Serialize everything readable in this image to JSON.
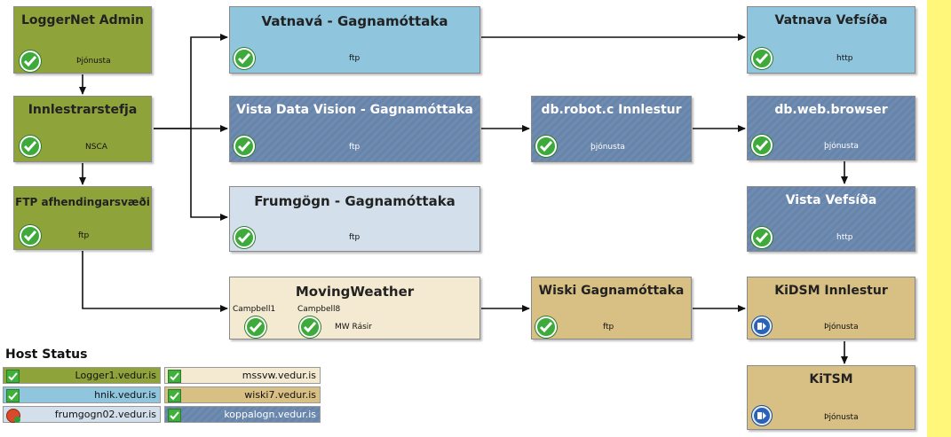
{
  "nodes": {
    "loggernet": {
      "title": "LoggerNet Admin",
      "sub": "Þjónusta"
    },
    "innlestrar": {
      "title": "Innlestrarstefja",
      "sub": "NSCA"
    },
    "ftp_afh": {
      "title": "FTP afhendingarsvæði",
      "sub": "ftp"
    },
    "vatnava_gagn": {
      "title": "Vatnavá - Gagnamóttaka",
      "sub": "ftp"
    },
    "vista_gagn": {
      "title": "Vista Data Vision - Gagnamóttaka",
      "sub": "ftp"
    },
    "frumgogn_gagn": {
      "title": "Frumgögn - Gagnamóttaka",
      "sub": "ftp"
    },
    "movingweather": {
      "title": "MovingWeather",
      "sub1": "Campbell1",
      "sub2": "Campbell8",
      "sub3": "MW Rásir"
    },
    "dbrobot": {
      "title": "db.robot.c Innlestur",
      "sub": "þjónusta"
    },
    "wiski": {
      "title": "Wiski Gagnamóttaka",
      "sub": "ftp"
    },
    "vatnava_vef": {
      "title": "Vatnava Vefsíða",
      "sub": "http"
    },
    "dbweb": {
      "title": "db.web.browser",
      "sub": "þjónusta"
    },
    "vista_vef": {
      "title": "Vista Vefsíða",
      "sub": "http"
    },
    "kidsm": {
      "title": "KiDSM Innlestur",
      "sub": "Þjónusta"
    },
    "kitsm": {
      "title": "KiTSM",
      "sub": "Þjónusta"
    }
  },
  "legend": {
    "title": "Host Status",
    "hosts": [
      "Logger1.vedur.is",
      "hnik.vedur.is",
      "frumgogn02.vedur.is",
      "mssvw.vedur.is",
      "wiski7.vedur.is",
      "koppalogn.vedur.is"
    ]
  },
  "colors": {
    "olive": "#8fa33b",
    "sky": "#8fc6de",
    "steel": "#6f8bb0",
    "pale": "#d3e0ec",
    "cream": "#f4ead2",
    "tan": "#d8bf83",
    "status_ok": "#3daa3b",
    "status_info": "#2a62b8",
    "status_error": "#d84a2a",
    "side_bar": "#fff77a"
  }
}
